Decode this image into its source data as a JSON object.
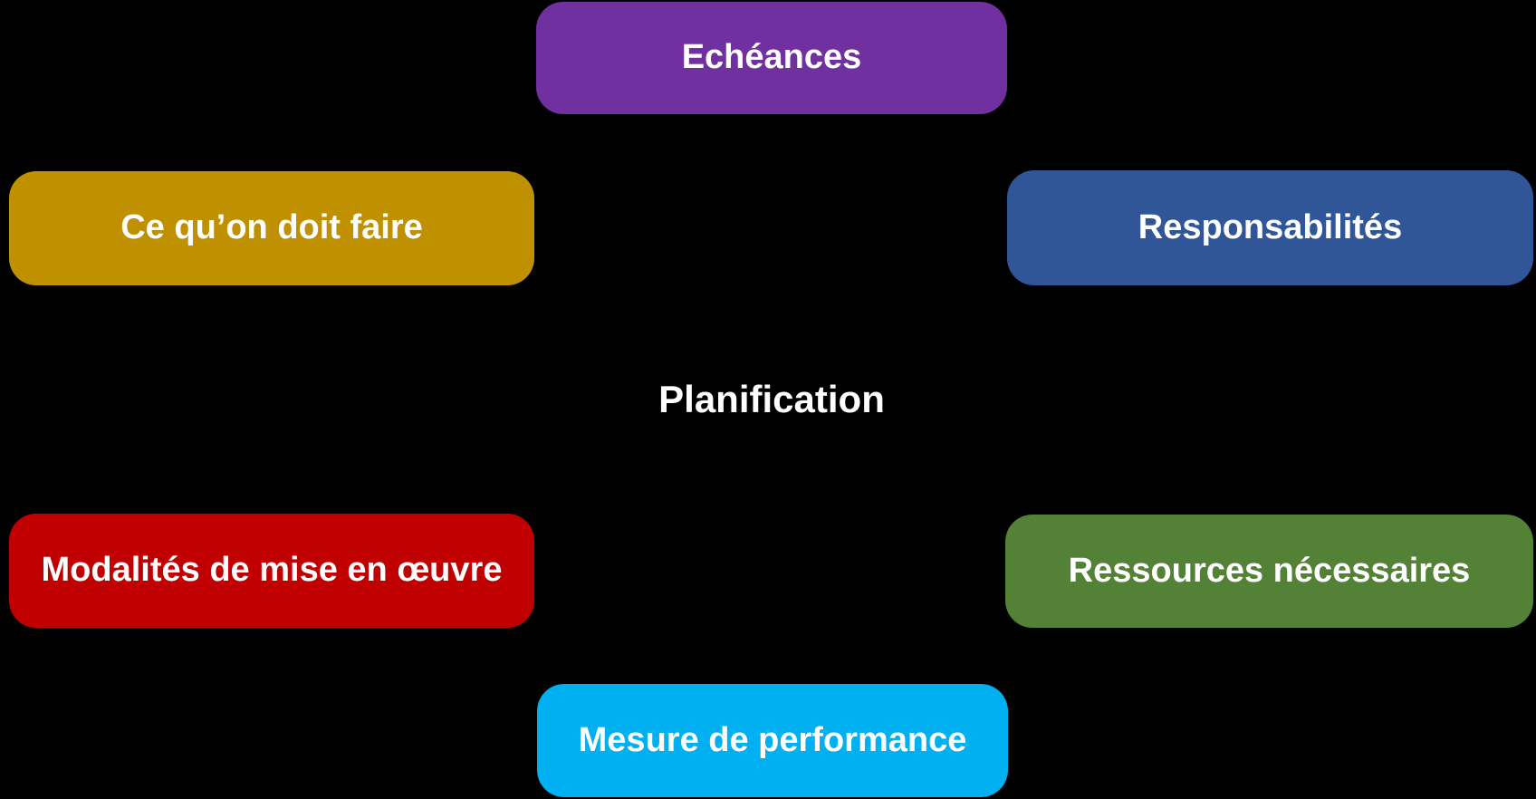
{
  "diagram": {
    "title": "Planification",
    "background_color": "#000000",
    "text_color": "#FFFFFF",
    "nodes": [
      {
        "id": "echeances",
        "label": "Echéances",
        "color": "#7030A0",
        "position": "top-center"
      },
      {
        "id": "ce-quon-doit-faire",
        "label": "Ce qu’on doit faire",
        "color": "#BF9000",
        "position": "middle-left"
      },
      {
        "id": "responsabilites",
        "label": "Responsabilités",
        "color": "#305698",
        "position": "middle-right"
      },
      {
        "id": "modalites-mise-en-oeuvre",
        "label": "Modalités de mise en œuvre",
        "color": "#C00000",
        "position": "lower-left"
      },
      {
        "id": "ressources-necessaires",
        "label": "Ressources nécessaires",
        "color": "#538135",
        "position": "lower-right"
      },
      {
        "id": "mesure-de-performance",
        "label": "Mesure de performance",
        "color": "#00B0F0",
        "position": "bottom-center"
      }
    ]
  }
}
